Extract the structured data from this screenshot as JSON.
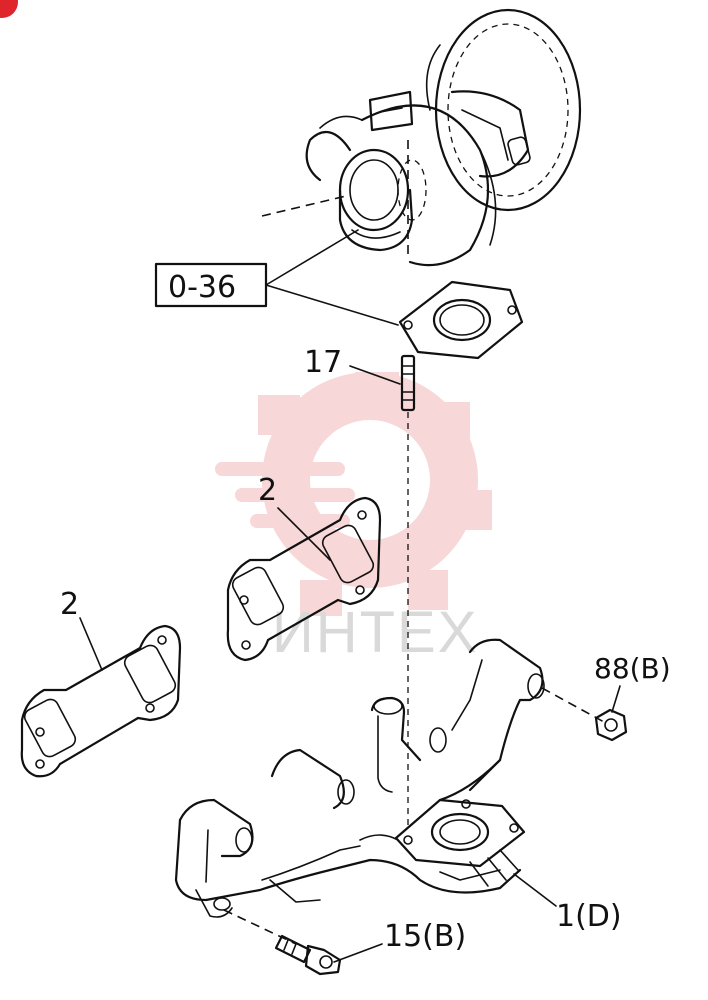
{
  "diagram": {
    "ref_box_label": "0-36",
    "callouts": {
      "stud": "17",
      "gasket_upper": "2",
      "gasket_lower": "2",
      "nut": "88(B)",
      "manifold": "1(D)",
      "bolt": "15(B)"
    },
    "watermark_text": "ИНТЕХ",
    "colors": {
      "line": "#111111",
      "watermark_red": "#f2b8b8",
      "watermark_grey": "#d9d9d9",
      "corner_badge": "#e0242b"
    }
  }
}
